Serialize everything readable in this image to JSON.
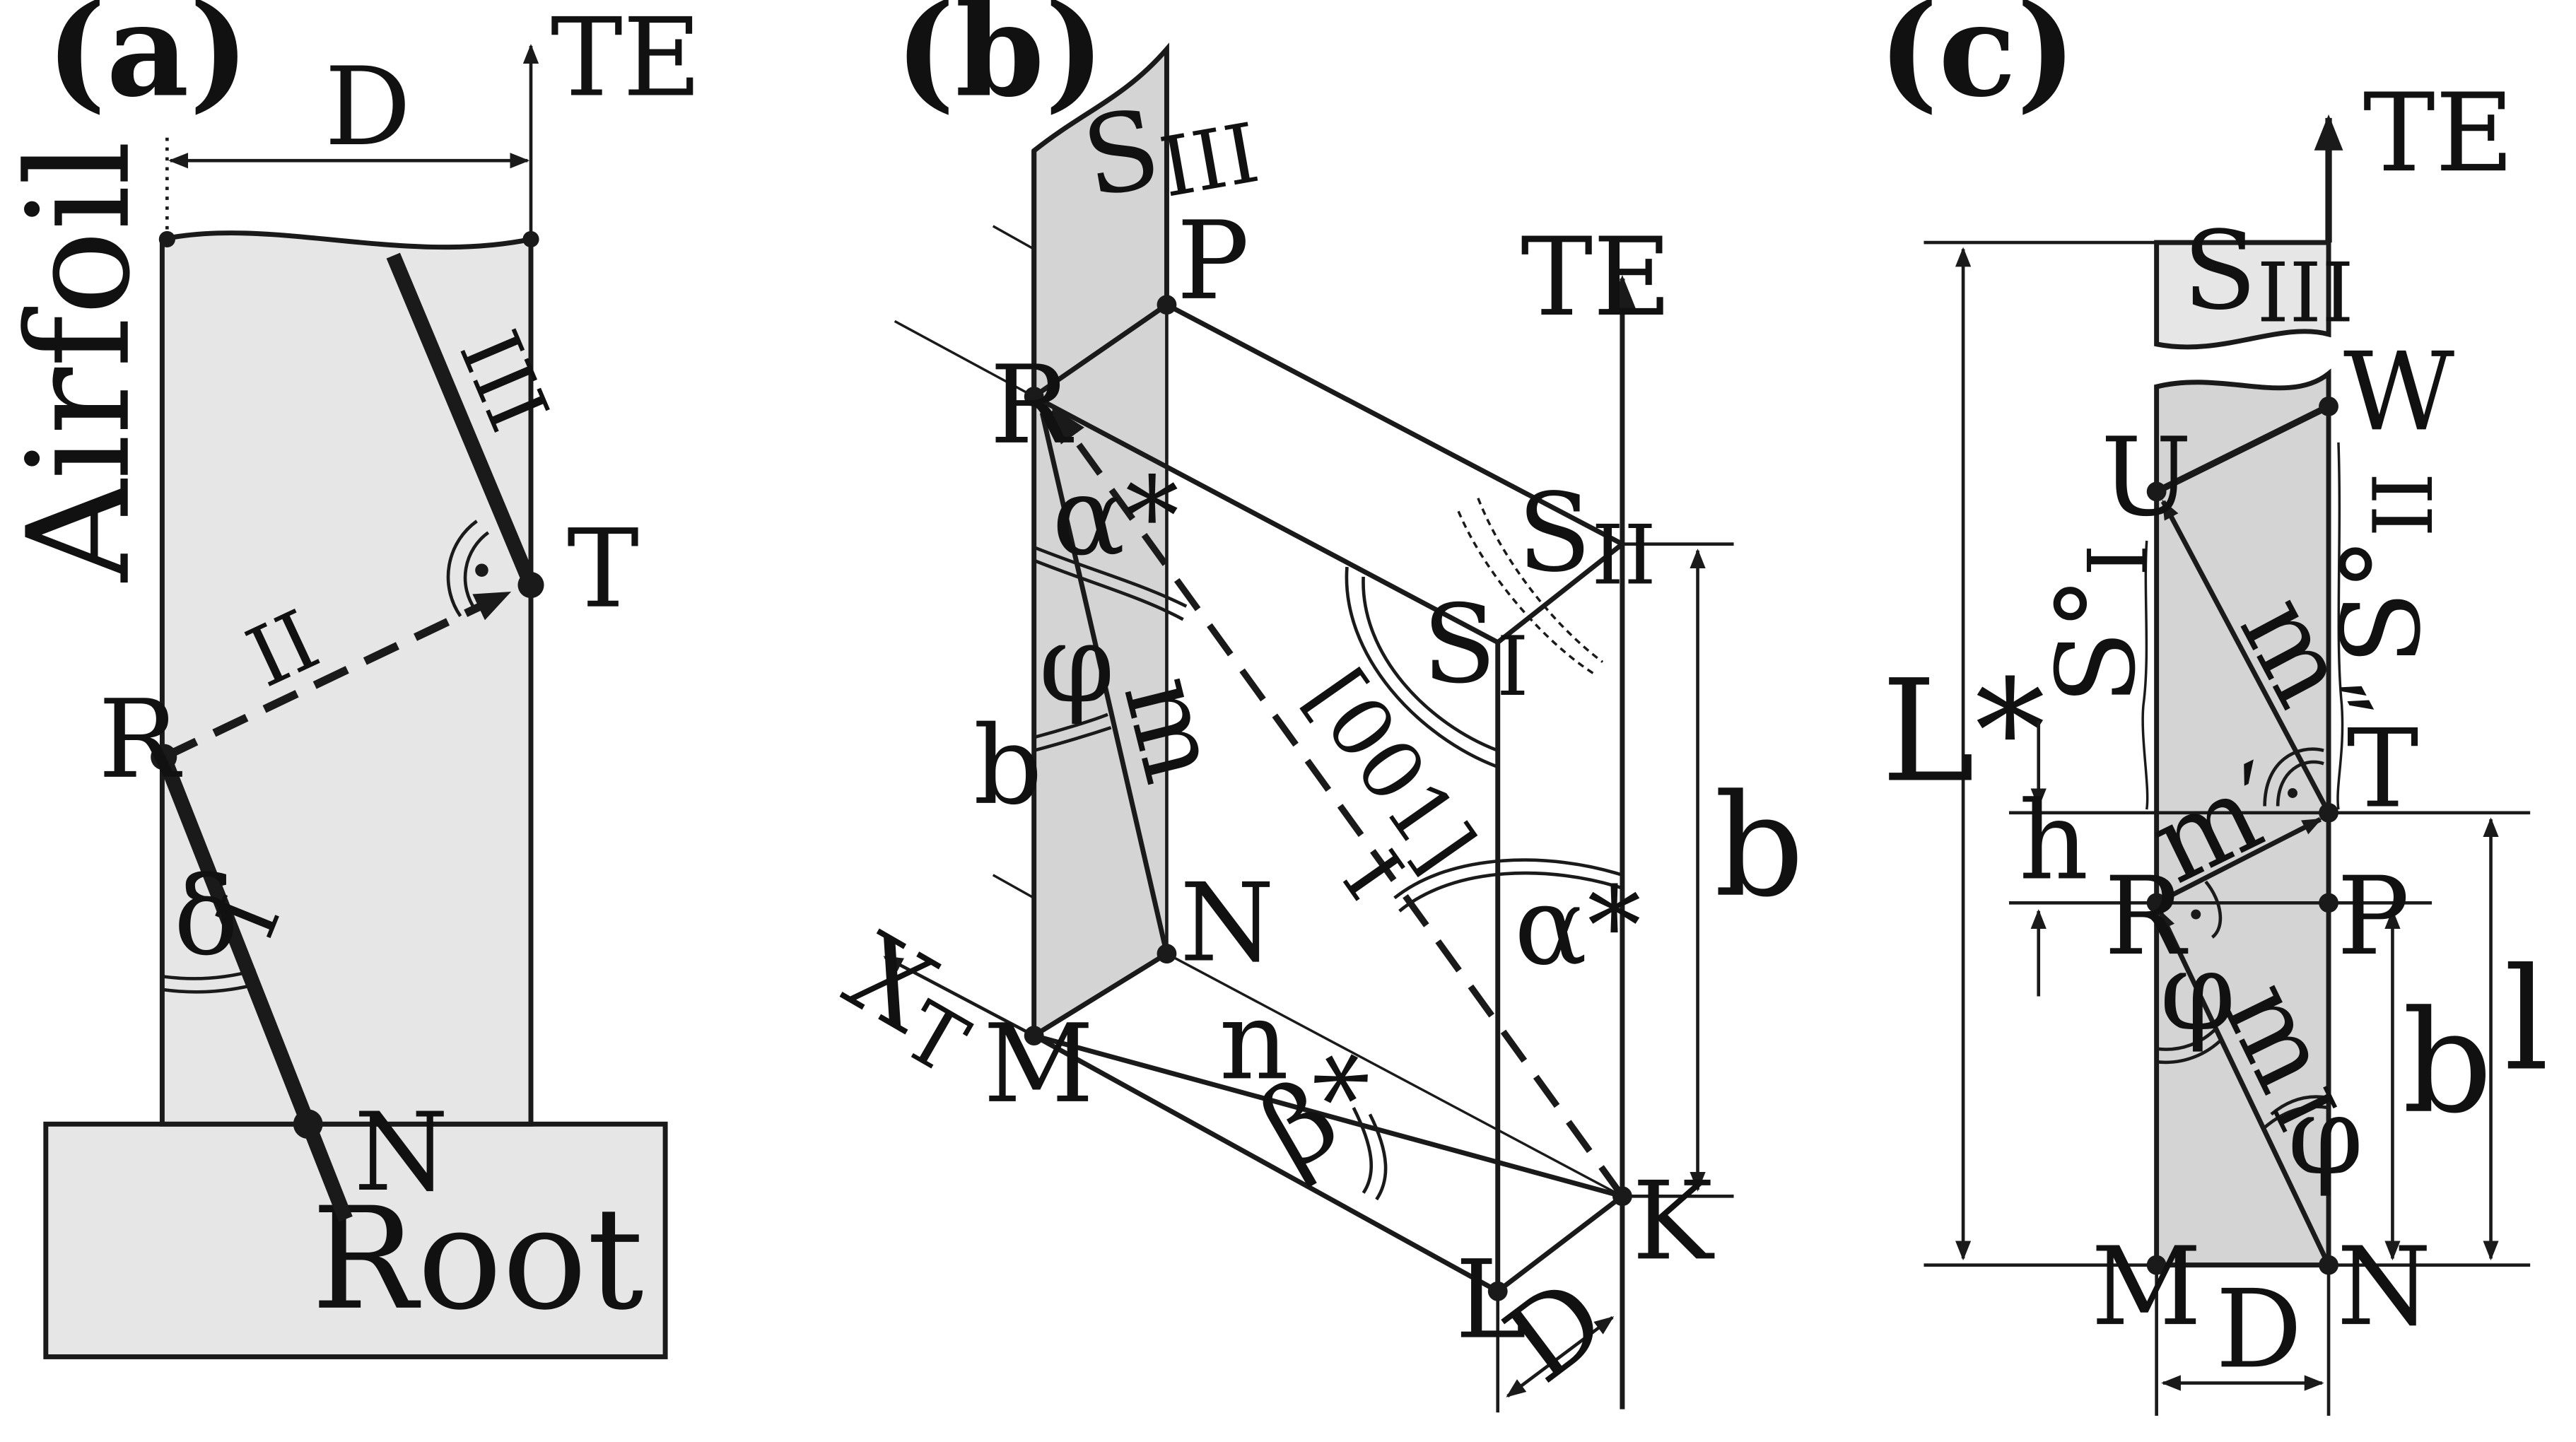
{
  "colors": {
    "line": "#1a1a1a",
    "fill_light": "#e6e6e6",
    "fill_mid": "#cfcfcf",
    "background": "#ffffff"
  },
  "panels": {
    "a": {
      "label": "(a)",
      "te": "TE",
      "dim_d": "D",
      "airfoil": "Airfoil",
      "root": "Root",
      "points": {
        "r": "R",
        "t": "T",
        "n": "N"
      },
      "segments": {
        "i": "I",
        "ii": "II",
        "iii": "III"
      },
      "angle": "δ"
    },
    "b": {
      "label": "(b)",
      "te": "TE",
      "points": {
        "p": "P",
        "r": "R",
        "n": "N",
        "m": "M",
        "l": "L",
        "k": "K"
      },
      "surfaces": {
        "s3": "S",
        "s3_sub": "III",
        "s2": "S",
        "s2_sub": "II",
        "s1": "S",
        "s1_sub": "I"
      },
      "alpha_left": "α*",
      "alpha_right": "α*",
      "phi": "φ",
      "m": "m",
      "n": "n",
      "beta": "β*",
      "dir": "[001]",
      "roman_i": "I",
      "b_left": "b",
      "b_right": "b",
      "d": "D",
      "axis": "X",
      "axis_sub": "T"
    },
    "c": {
      "label": "(c)",
      "te": "TE",
      "s3": "S",
      "s3_sub": "III",
      "s1": "S°",
      "s1_sub": "I",
      "s2": "S°",
      "s2_sub": "II",
      "points": {
        "w": "W",
        "u": "U",
        "t": "T",
        "r": "R",
        "p": "P",
        "m": "M",
        "n": "N"
      },
      "m_dd": "m″",
      "m_d": "m′",
      "m": "m",
      "roman_i": "I",
      "phi1": "φ",
      "phi2": "φ",
      "h": "h",
      "l_star": "L*",
      "b": "b",
      "l": "l",
      "d": "D"
    }
  }
}
